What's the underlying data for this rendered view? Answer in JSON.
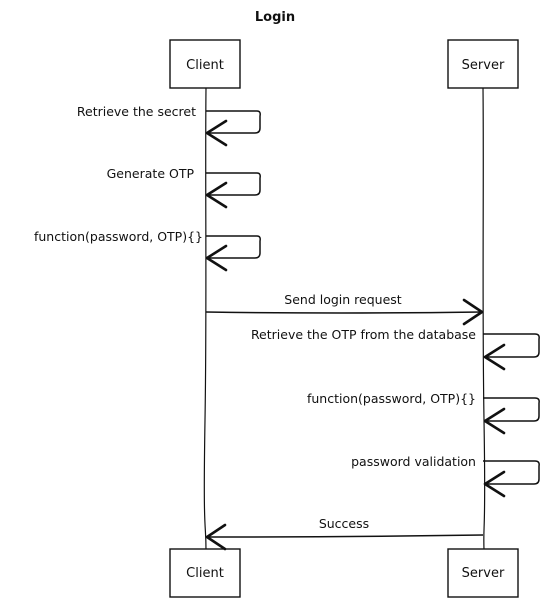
{
  "title": "Login",
  "participants": [
    {
      "id": "client",
      "label": "Client"
    },
    {
      "id": "server",
      "label": "Server"
    }
  ],
  "messages": [
    {
      "from": "client",
      "to": "client",
      "label": "Retrieve the secret"
    },
    {
      "from": "client",
      "to": "client",
      "label": "Generate OTP"
    },
    {
      "from": "client",
      "to": "client",
      "label": "function(password, OTP){}"
    },
    {
      "from": "client",
      "to": "server",
      "label": "Send login request"
    },
    {
      "from": "server",
      "to": "server",
      "label": "Retrieve the OTP from the database"
    },
    {
      "from": "server",
      "to": "server",
      "label": "function(password, OTP){}"
    },
    {
      "from": "server",
      "to": "server",
      "label": "password validation"
    },
    {
      "from": "server",
      "to": "client",
      "label": "Success"
    }
  ]
}
